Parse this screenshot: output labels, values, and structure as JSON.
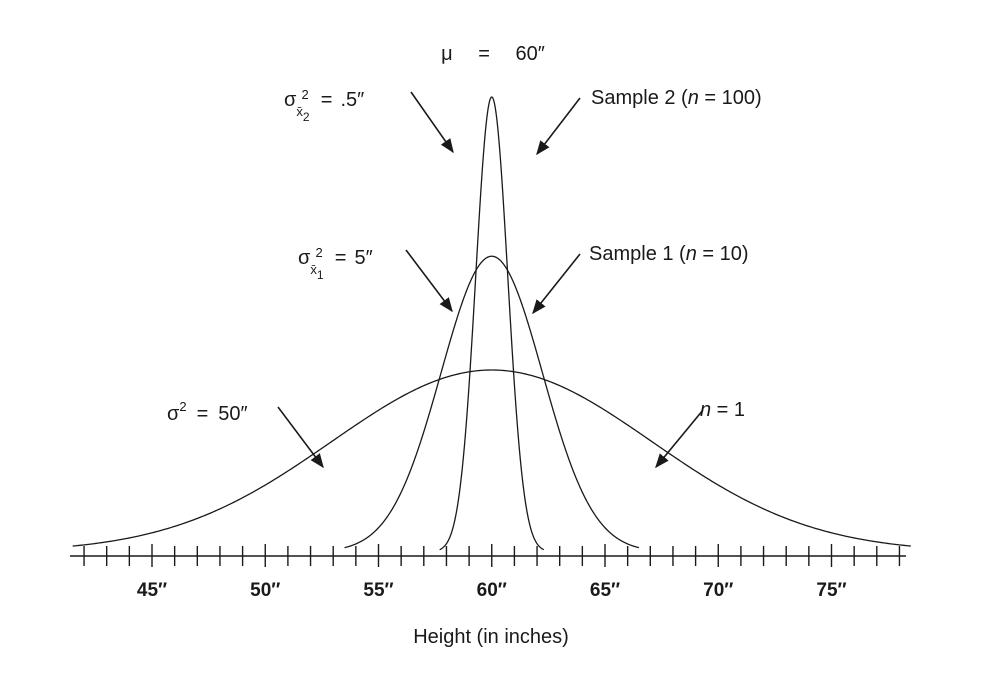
{
  "chart_data": {
    "type": "line",
    "xlabel": "Height (in inches)",
    "ylabel": "",
    "xlim": [
      41.5,
      78.5
    ],
    "x_ticks": [
      "45″",
      "50″",
      "55″",
      "60″",
      "65″",
      "70″",
      "75″"
    ],
    "x_tick_values": [
      45,
      50,
      55,
      60,
      65,
      70,
      75
    ],
    "minor_tick_step": 1,
    "mean_label": {
      "symbol": "μ",
      "eq": "=",
      "value": "60″"
    },
    "series": [
      {
        "label": "n = 1",
        "mean": 60,
        "variance": 50,
        "x_range": [
          41.5,
          78.5
        ],
        "peak_relative": 0.4
      },
      {
        "label": "Sample 1 (n = 10)",
        "mean": 60,
        "variance": 5,
        "x_range": [
          53.5,
          66.5
        ],
        "peak_relative": 0.65
      },
      {
        "label": "Sample 2 (n = 100)",
        "mean": 60,
        "variance": 0.5,
        "x_range": [
          57.7,
          62.3
        ],
        "peak_relative": 1.0
      }
    ],
    "annotations": [
      {
        "prefix": "σ",
        "sup": "2",
        "eq": "=",
        "value": "50″"
      },
      {
        "prefix": "σ",
        "sub": "x̄",
        "subsub": "1",
        "sup": "2",
        "eq": "=",
        "value": "5″"
      },
      {
        "prefix": "σ",
        "sub": "x̄",
        "subsub": "2",
        "sup": "2",
        "eq": "=",
        "value": ".5″"
      },
      {
        "text": "Sample 1 (",
        "italic": "n",
        "rest": " = 10)"
      },
      {
        "text": "Sample 2 (",
        "italic": "n",
        "rest": " = 100)"
      },
      {
        "italic": "n",
        "rest": " = 1"
      }
    ]
  }
}
